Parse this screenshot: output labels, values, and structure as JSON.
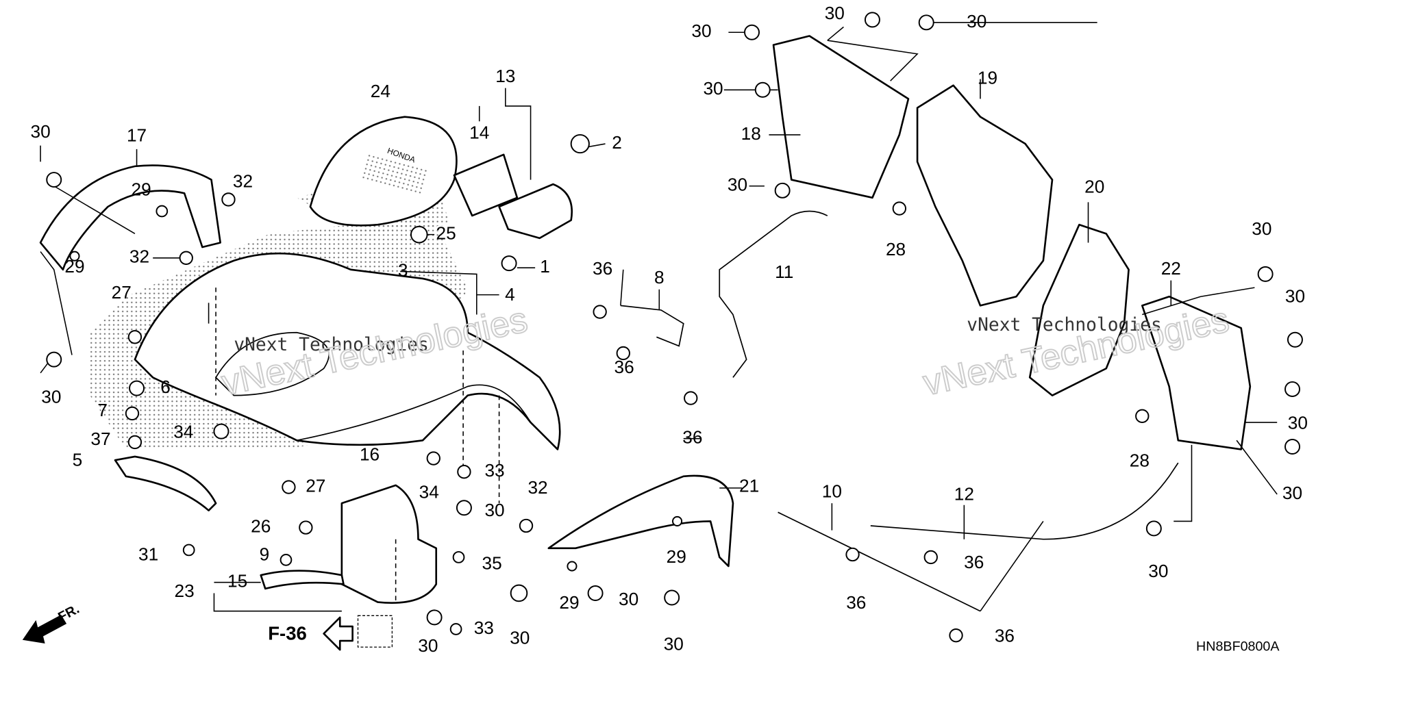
{
  "diagram_code": "HN8BF0800A",
  "reference": "F-36",
  "front_indicator": "FR.",
  "watermark": "vNext Technologies",
  "part24_logo": "HONDA",
  "labels": [
    "30",
    "17",
    "29",
    "32",
    "32",
    "29",
    "27",
    "30",
    "6",
    "7",
    "37",
    "34",
    "5",
    "31",
    "24",
    "13",
    "14",
    "2",
    "25",
    "1",
    "3",
    "4",
    "16",
    "27",
    "26",
    "9",
    "15",
    "23",
    "30",
    "34",
    "33",
    "32",
    "35",
    "30",
    "33",
    "21",
    "29",
    "29",
    "30",
    "30",
    "30",
    "36",
    "8",
    "36",
    "36",
    "11",
    "30",
    "30",
    "30",
    "30",
    "18",
    "30",
    "19",
    "28",
    "20",
    "22",
    "30",
    "30",
    "30",
    "30",
    "28",
    "10",
    "12",
    "36",
    "36",
    "36",
    "30"
  ]
}
